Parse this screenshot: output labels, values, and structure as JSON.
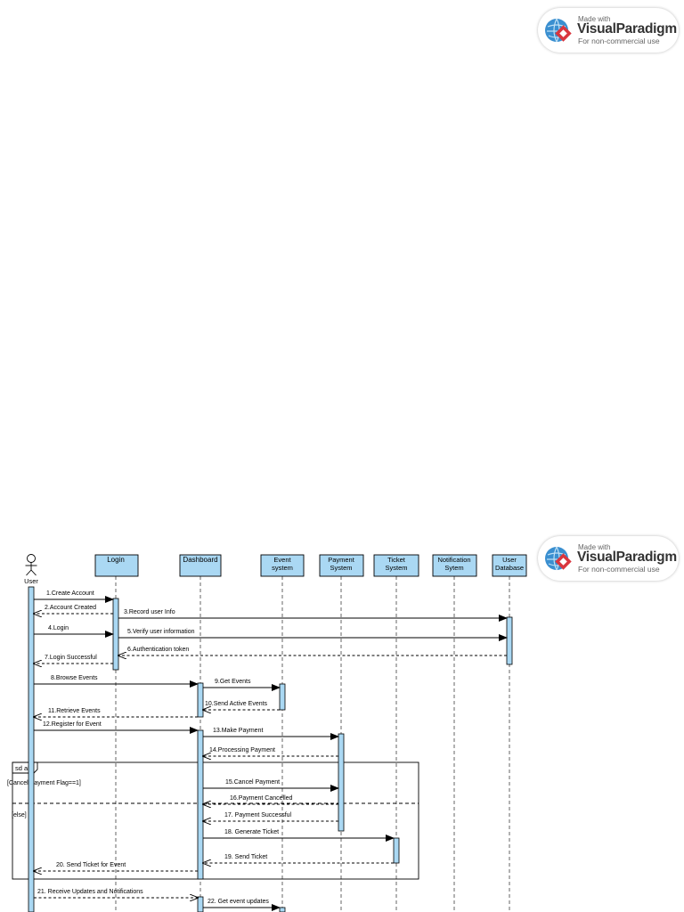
{
  "watermark": {
    "made_with": "Made with",
    "brand": "VisualParadigm",
    "subtitle": "For non-commercial use"
  },
  "actor": {
    "label": "User"
  },
  "lifelines": [
    {
      "label": "Login"
    },
    {
      "label": "Dashboard"
    },
    {
      "label": "Event system",
      "lines": [
        "Event",
        "system"
      ]
    },
    {
      "label": "Payment System",
      "lines": [
        "Payment",
        "System"
      ]
    },
    {
      "label": "Ticket System",
      "lines": [
        "Ticket",
        "System"
      ]
    },
    {
      "label": "Notification Sytem",
      "lines": [
        "Notification",
        "Sytem"
      ]
    },
    {
      "label": "User Database",
      "lines": [
        "User",
        "Database"
      ]
    }
  ],
  "messages": [
    {
      "label": "1.Create Account",
      "from": "User",
      "to": "Login",
      "kind": "sync"
    },
    {
      "label": "2.Account Created",
      "from": "Login",
      "to": "User",
      "kind": "return"
    },
    {
      "label": "3.Record user Info",
      "from": "Login",
      "to": "User Database",
      "kind": "sync"
    },
    {
      "label": "4.Login",
      "from": "User",
      "to": "Login",
      "kind": "sync"
    },
    {
      "label": "5.Verify user information",
      "from": "Login",
      "to": "User Database",
      "kind": "sync"
    },
    {
      "label": "6.Authentication token",
      "from": "User Database",
      "to": "Login",
      "kind": "return"
    },
    {
      "label": "7.Login Successful",
      "from": "Login",
      "to": "User",
      "kind": "return"
    },
    {
      "label": "8.Browse Events",
      "from": "User",
      "to": "Dashboard",
      "kind": "sync"
    },
    {
      "label": "9.Get Events",
      "from": "Dashboard",
      "to": "Event system",
      "kind": "sync"
    },
    {
      "label": "10.Send Active Events",
      "from": "Event system",
      "to": "Dashboard",
      "kind": "return"
    },
    {
      "label": "11.Retrieve Events",
      "from": "Dashboard",
      "to": "User",
      "kind": "return"
    },
    {
      "label": "12.Register for Event",
      "from": "User",
      "to": "Dashboard",
      "kind": "sync"
    },
    {
      "label": "13.Make Payment",
      "from": "Dashboard",
      "to": "Payment System",
      "kind": "sync"
    },
    {
      "label": "14.Processing Payment",
      "from": "Payment System",
      "to": "Dashboard",
      "kind": "return"
    },
    {
      "label": "15.Cancel Payment",
      "from": "Dashboard",
      "to": "Payment System",
      "kind": "sync"
    },
    {
      "label": "16.Payment Cancelled",
      "from": "Payment System",
      "to": "Dashboard",
      "kind": "return"
    },
    {
      "label": "17. Payment Successful",
      "from": "Payment System",
      "to": "Dashboard",
      "kind": "return"
    },
    {
      "label": "18. Generate Ticket",
      "from": "Dashboard",
      "to": "Ticket System",
      "kind": "sync"
    },
    {
      "label": "19. Send Ticket",
      "from": "Ticket System",
      "to": "Dashboard",
      "kind": "return"
    },
    {
      "label": "20. Send Ticket for Event",
      "from": "Dashboard",
      "to": "User",
      "kind": "return"
    },
    {
      "label": "21. Receive Updates and Notifications",
      "from": "User",
      "to": "Dashboard",
      "kind": "async"
    },
    {
      "label": "22. Get event updates",
      "from": "Dashboard",
      "to": "Event system",
      "kind": "sync"
    }
  ],
  "fragment": {
    "tag": "sd alt",
    "guards": [
      "[Cancel Payment Flag==1]",
      "[else]"
    ]
  }
}
